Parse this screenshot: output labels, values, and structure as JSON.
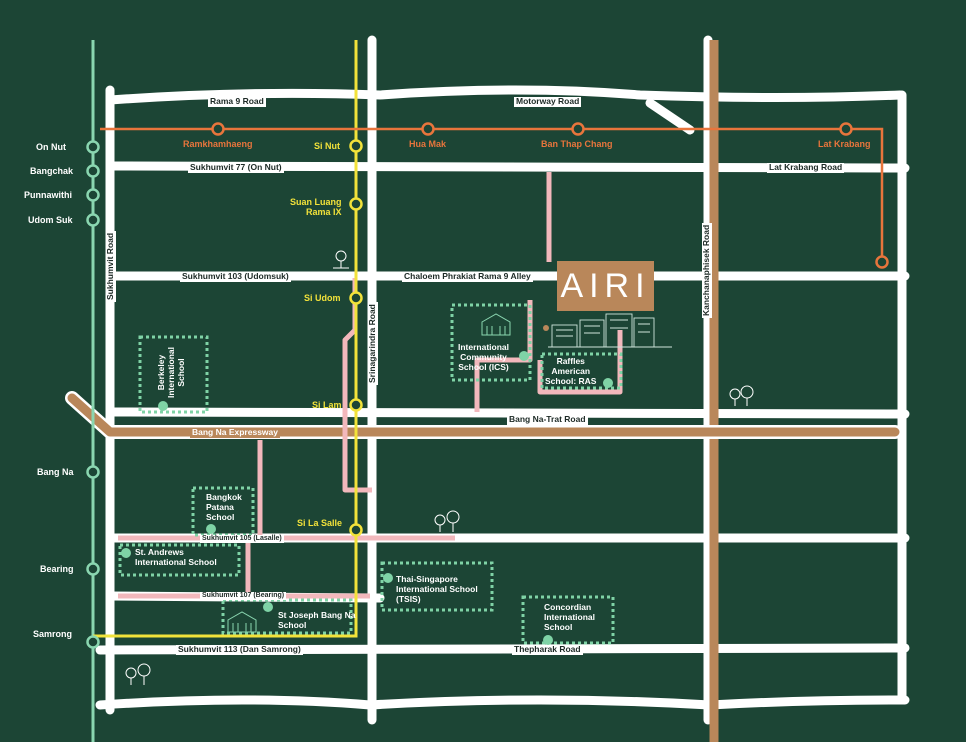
{
  "colors": {
    "background": "#1c4535",
    "road": "#ffffff",
    "expressway": "#b9875a",
    "green_line": "#8ad6b0",
    "yellow_line": "#f2e23a",
    "orange_line": "#e8753c",
    "local_road": "#f2b8bc",
    "school_marker": "#7fd3a6",
    "brand": "#b9875a"
  },
  "brand": {
    "name": "AIRI"
  },
  "roads": {
    "rama9": "Rama 9 Road",
    "motorway": "Motorway Road",
    "sukhumvit77": "Sukhumvit 77 (On Nut)",
    "lat_krabang": "Lat Krabang Road",
    "sukhumvit103": "Sukhumvit 103 (Udomsuk)",
    "chaloem": "Chaloem Phrakiat Rama 9 Alley",
    "bangna_trat": "Bang Na-Trat Road",
    "bangna_expressway": "Bang Na Expressway",
    "sukhumvit105": "Sukhumvit 105 (Lasalle)",
    "sukhumvit107": "Sukhumvit 107 (Bearing)",
    "sukhumvit113": "Sukhumvit 113 (Dan Samrong)",
    "thepharak": "Thepharak Road",
    "sukhumvit": "Sukhumvit Road",
    "srinagarindra": "Srinagarindra Road",
    "kanchanaphisek": "Kanchanaphisek Road"
  },
  "green_line_stations": [
    "On Nut",
    "Bangchak",
    "Punnawithi",
    "Udom Suk",
    "Bang Na",
    "Bearing",
    "Samrong"
  ],
  "yellow_line_stations": [
    "Si Nut",
    "Suan Luang\nRama IX",
    "Si Udom",
    "Si Lam",
    "Si La Salle"
  ],
  "orange_line_stations": [
    "Ramkhamhaeng",
    "Hua Mak",
    "Ban Thap Chang",
    "Lat Krabang"
  ],
  "schools": {
    "berkeley": "Berkeley\nInternational\nSchool",
    "ics": "International\nCommunity\nSchool (ICS)",
    "ras": "Raffles\nAmerican\nSchool: RAS",
    "patana": "Bangkok\nPatana\nSchool",
    "st_andrews": "St. Andrews\nInternational School",
    "tsis": "Thai-Singapore\nInternational School\n(TSIS)",
    "st_joseph": "St Joseph Bang Na\nSchool",
    "concordian": "Concordian\nInternational\nSchool"
  }
}
